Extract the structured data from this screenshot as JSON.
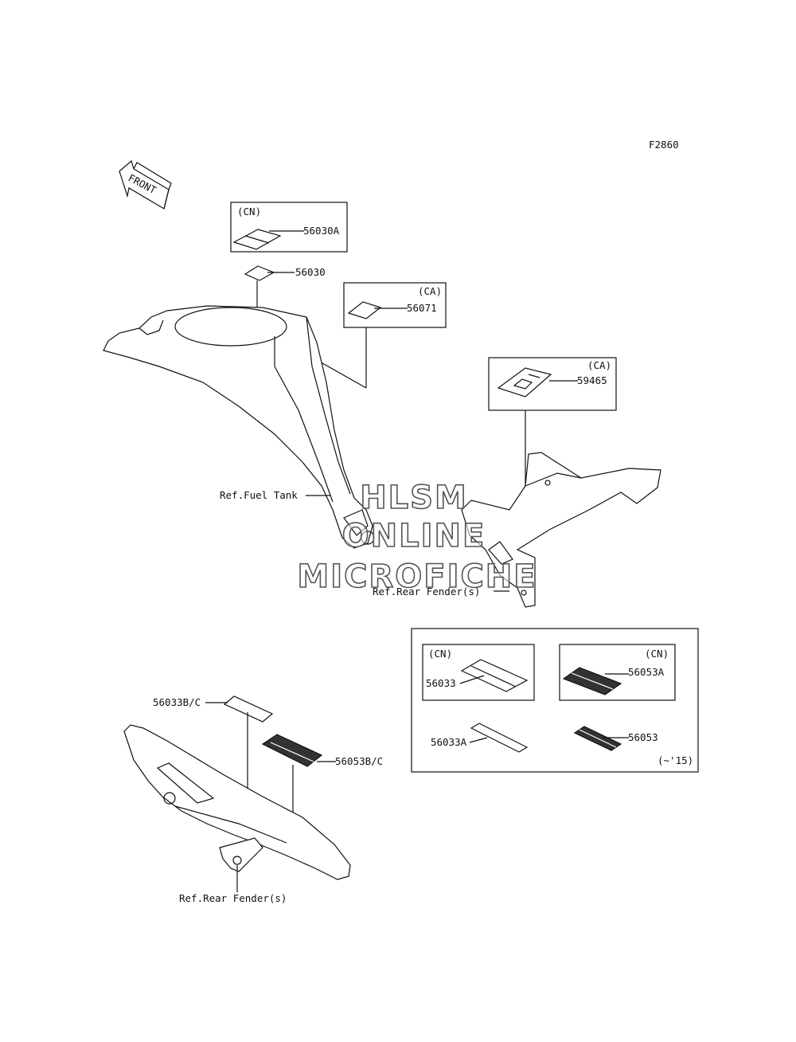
{
  "figure_code": "F2860",
  "front_arrow_label": "FRONT",
  "watermark": {
    "line1": "HLSM",
    "line2": "ONLINE",
    "line3": "MICROFICHE"
  },
  "labels": {
    "p56030A": "56030A",
    "p56030": "56030",
    "p56071": "56071",
    "p59465": "59465",
    "ref_fuel_tank": "Ref.Fuel Tank",
    "ref_rear_fender_1": "Ref.Rear Fender(s)",
    "p56033BC": "56033B/C",
    "p56053BC": "56053B/C",
    "ref_rear_fender_2": "Ref.Rear Fender(s)",
    "p56033": "56033",
    "p56053A": "56053A",
    "p56033A": "56033A",
    "p56053": "56053",
    "year_note": "(~'15)"
  },
  "region_tags": {
    "cn_box1": "(CN)",
    "ca_box1": "(CA)",
    "ca_box2": "(CA)",
    "cn_box3": "(CN)",
    "cn_box4": "(CN)"
  }
}
